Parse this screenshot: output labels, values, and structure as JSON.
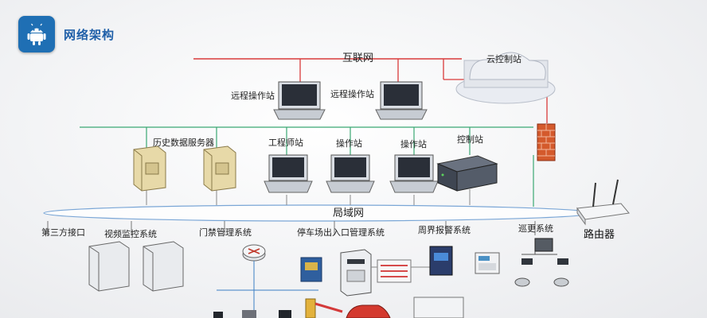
{
  "header": {
    "title": "网络架构"
  },
  "colors": {
    "internet_line": "#d93a3a",
    "lan_line": "#3aa873",
    "badge": "#1f6fb4",
    "wire": "#3b7fc4"
  },
  "nodes": {
    "internet": "互联网",
    "cloud_station": "云控制站",
    "remote_station_1": "远程操作站",
    "remote_station_2": "远程操作站",
    "history_server": "历史数据服务器",
    "engineer_station": "工程师站",
    "operator_station_1": "操作站",
    "operator_station_2": "操作站",
    "control_station": "控制站",
    "lan": "局域网",
    "third_party": "第三方接口",
    "video_monitoring": "视频监控系统",
    "access_control": "门禁管理系统",
    "parking": "停车场出入口管理系统",
    "perimeter_alarm": "周界报警系统",
    "patrol": "巡更系统",
    "router": "路由器"
  }
}
